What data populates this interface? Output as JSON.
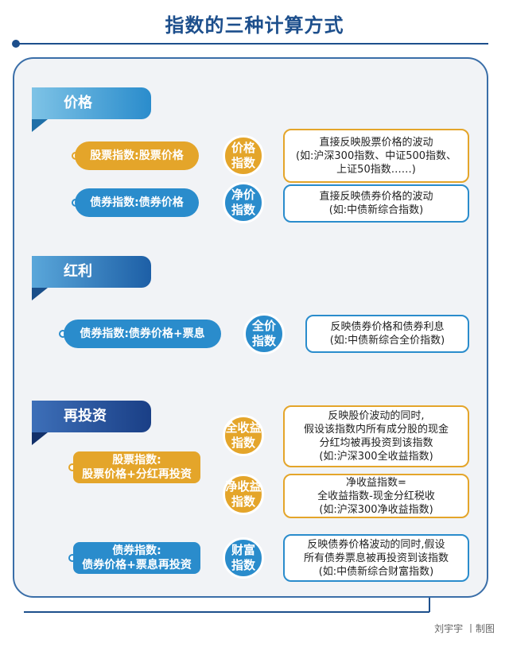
{
  "title": "指数的三种计算方式",
  "colors": {
    "orange": "#e4a52a",
    "blue": "#2a8ccc",
    "navy": "#1d4f8c",
    "panel": "#f1f3f6"
  },
  "sections": [
    {
      "heading": "价格",
      "rows": [
        {
          "pill": "股票指数:股票价格",
          "method": "价格\n指数",
          "desc": "直接反映股票价格的波动\n(如:沪深300指数、中证500指数、\n上证50指数……)"
        },
        {
          "pill": "债券指数:债券价格",
          "method": "净价\n指数",
          "desc": "直接反映债券价格的波动\n(如:中债新综合指数)"
        }
      ]
    },
    {
      "heading": "红利",
      "rows": [
        {
          "pill": "债券指数:债券价格+票息",
          "method": "全价\n指数",
          "desc": "反映债券价格和债券利息\n(如:中债新综合全价指数)"
        }
      ]
    },
    {
      "heading": "再投资",
      "stock_pill": "股票指数:\n股票价格+分红再投资",
      "stock_methods": [
        {
          "method": "全收益\n指数",
          "desc": "反映股价波动的同时,\n假设该指数内所有成分股的现金\n分红均被再投资到该指数\n(如:沪深300全收益指数)"
        },
        {
          "method": "净收益\n指数",
          "desc": "净收益指数=\n全收益指数-现金分红税收\n(如:沪深300净收益指数)"
        }
      ],
      "bond_pill": "债券指数:\n债券价格+票息再投资",
      "bond_method": "财富\n指数",
      "bond_desc": "反映债券价格波动的同时,假设\n所有债券票息被再投资到该指数\n(如:中债新综合财富指数)"
    }
  ],
  "credit": "刘宇宇 丨制图"
}
